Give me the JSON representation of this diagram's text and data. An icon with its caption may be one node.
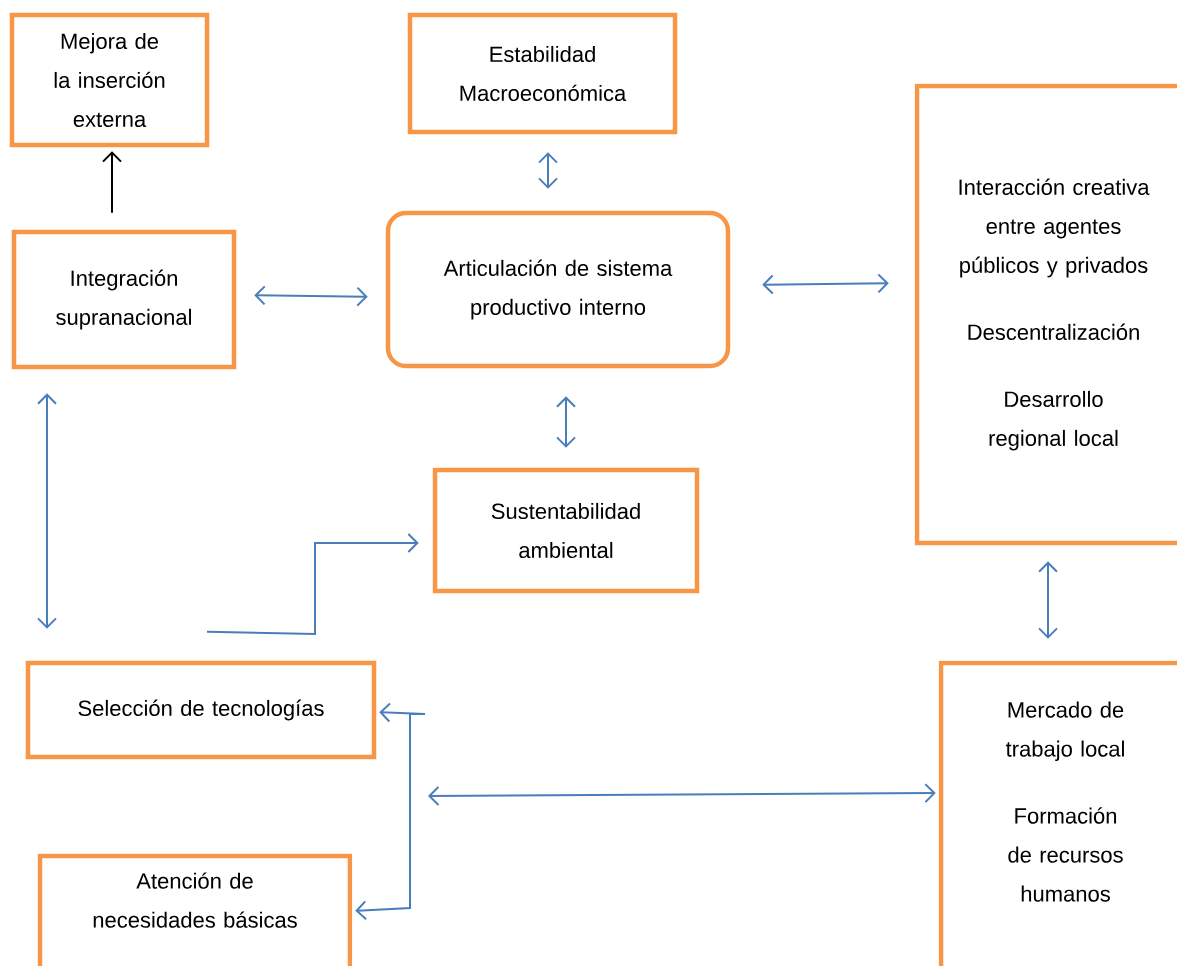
{
  "diagram": {
    "nodes": [
      {
        "text": [
          "Mejora de la inserción externa"
        ]
      },
      {
        "text": [
          "Estabilidad Macroeconómica"
        ]
      },
      {
        "text": [
          "Interacción creativa entre agentes públicos y privados",
          "Descentralización",
          "Desarrollo regional local"
        ]
      },
      {
        "text": [
          "Integración supranacional"
        ]
      },
      {
        "text": [
          "Articulación de  sistema productivo interno"
        ]
      },
      {
        "text": [
          "Sustentabilidad ambiental"
        ]
      },
      {
        "text": [
          "Selección de tecnologías"
        ]
      },
      {
        "text": [
          "Mercado de trabajo local",
          "Formación de recursos humanos"
        ]
      },
      {
        "text": [
          "Atención de necesidades básicas"
        ]
      }
    ],
    "edges": [
      {
        "from": 3,
        "to": 0,
        "arrow": "to",
        "color": "#000000"
      },
      {
        "from": 1,
        "to": 4,
        "arrow": "both"
      },
      {
        "from": 3,
        "to": 4,
        "arrow": "both"
      },
      {
        "from": 4,
        "to": 2,
        "arrow": "both"
      },
      {
        "from": 4,
        "to": 5,
        "arrow": "both"
      },
      {
        "from": 3,
        "to": 6,
        "arrow": "both"
      },
      {
        "from": 6,
        "to": 5,
        "arrow": "to"
      },
      {
        "from": null,
        "to": 6,
        "arrow": "to"
      },
      {
        "from": null,
        "to": 8,
        "arrow": "to"
      },
      {
        "from": null,
        "to": 7,
        "arrow": "both"
      },
      {
        "from": 2,
        "to": 7,
        "arrow": "both"
      }
    ]
  }
}
